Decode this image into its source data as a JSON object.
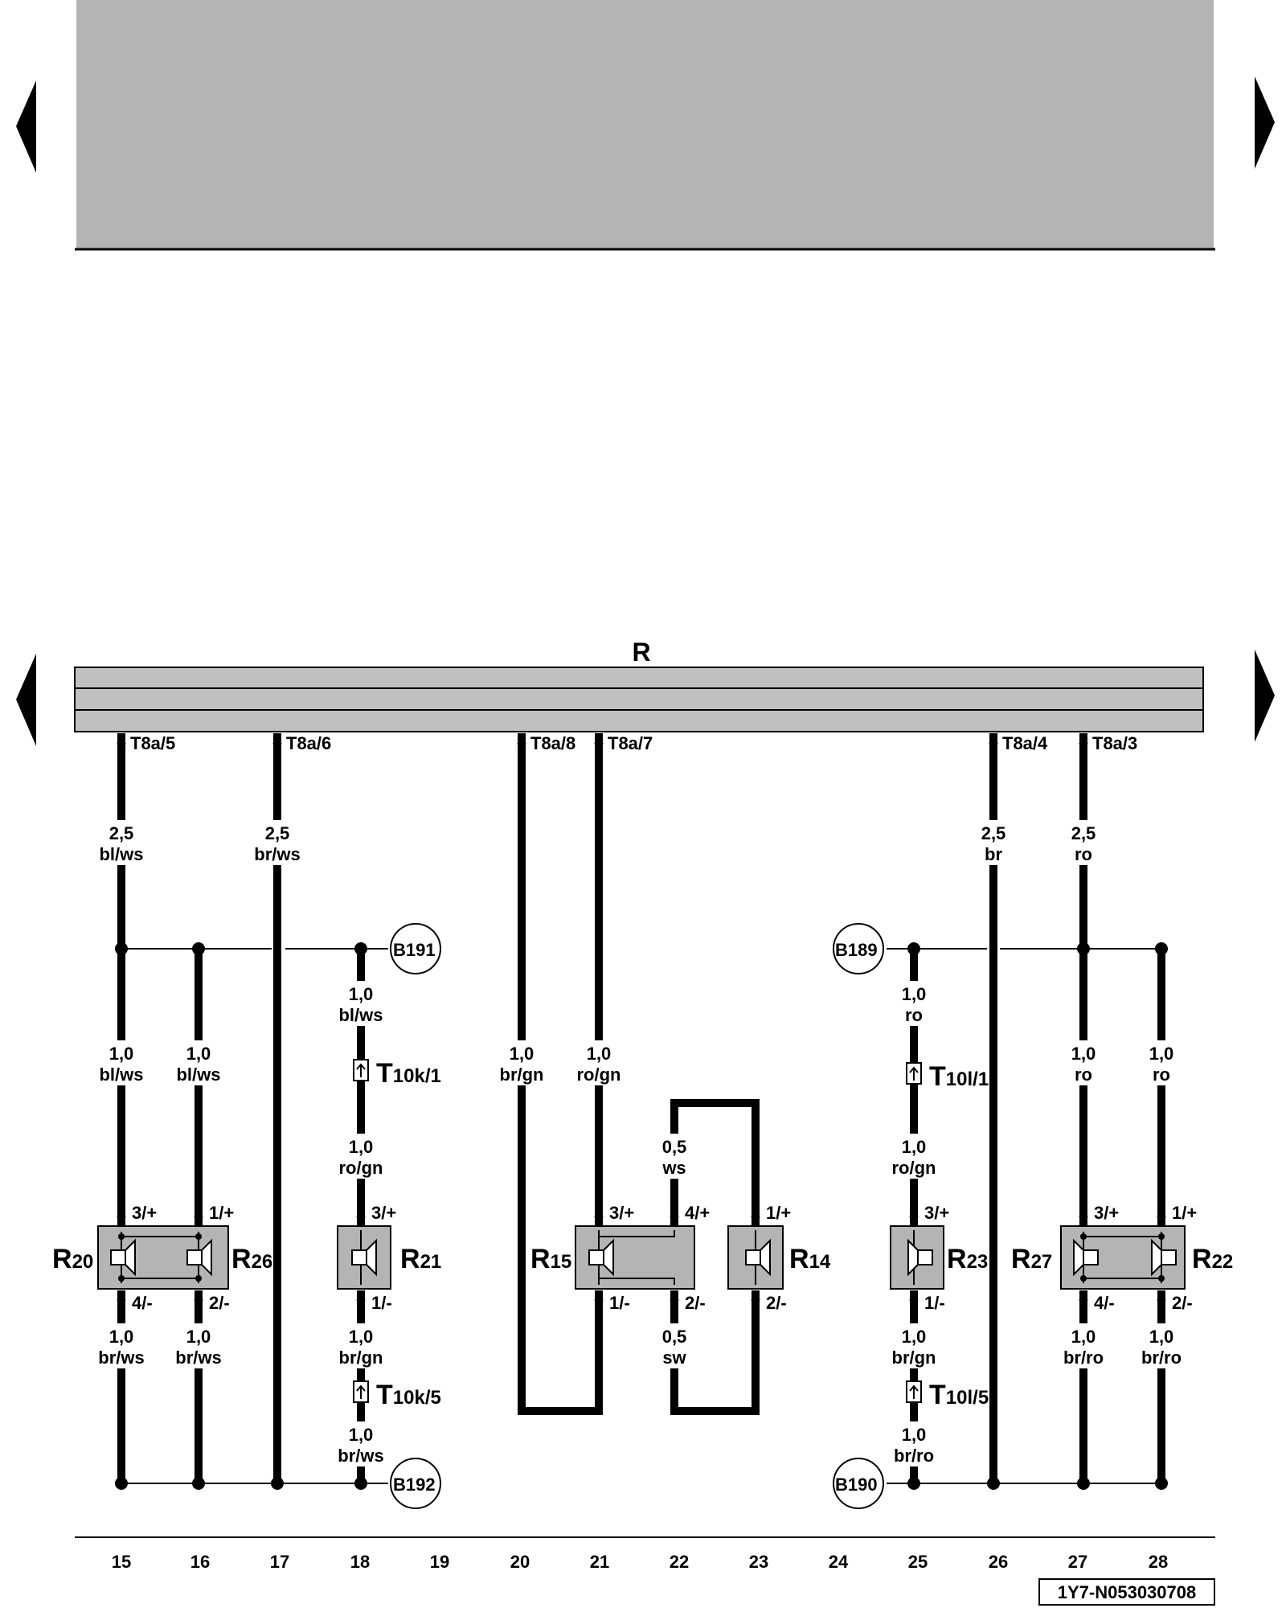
{
  "nav": {
    "prev_top": "previous-page",
    "next_top": "next-page",
    "prev_bottom": "previous-page",
    "next_bottom": "next-page"
  },
  "header_bar": {
    "color": "#b4b4b4"
  },
  "bus": {
    "label": "R"
  },
  "connectors": {
    "c15": "T8a/5",
    "c17": "T8a/6",
    "c20": "T8a/8",
    "c21": "T8a/7",
    "c26": "T8a/4",
    "c27": "T8a/3"
  },
  "wires": {
    "w15_top": [
      "2,5",
      "bl/ws"
    ],
    "w17_top": [
      "2,5",
      "br/ws"
    ],
    "w26_top": [
      "2,5",
      "br"
    ],
    "w27_top": [
      "2,5",
      "ro"
    ],
    "w18_a": [
      "1,0",
      "bl/ws"
    ],
    "w25_a": [
      "1,0",
      "ro"
    ],
    "w15_mid": [
      "1,0",
      "bl/ws"
    ],
    "w16_mid": [
      "1,0",
      "bl/ws"
    ],
    "w20_mid": [
      "1,0",
      "br/gn"
    ],
    "w21_mid": [
      "1,0",
      "ro/gn"
    ],
    "w27_mid": [
      "1,0",
      "ro"
    ],
    "w28_mid": [
      "1,0",
      "ro"
    ],
    "w18_b": [
      "1,0",
      "ro/gn"
    ],
    "w22_b": [
      "0,5",
      "ws"
    ],
    "w25_b": [
      "1,0",
      "ro/gn"
    ],
    "w15_low": [
      "1,0",
      "br/ws"
    ],
    "w16_low": [
      "1,0",
      "br/ws"
    ],
    "w18_low": [
      "1,0",
      "br/gn"
    ],
    "w22_low": [
      "0,5",
      "sw"
    ],
    "w25_low": [
      "1,0",
      "br/gn"
    ],
    "w27_low": [
      "1,0",
      "br/ro"
    ],
    "w28_low": [
      "1,0",
      "br/ro"
    ],
    "w18_bot": [
      "1,0",
      "br/ws"
    ],
    "w25_bot": [
      "1,0",
      "br/ro"
    ]
  },
  "grounds": {
    "b191": "B191",
    "b189": "B189",
    "b192": "B192",
    "b190": "B190"
  },
  "inline_connectors": {
    "t10k1": {
      "main": "T",
      "sub": "10k/1"
    },
    "t10l1": {
      "main": "T",
      "sub": "10l/1"
    },
    "t10k5": {
      "main": "T",
      "sub": "10k/5"
    },
    "t10l5": {
      "main": "T",
      "sub": "10l/5"
    }
  },
  "components": {
    "r20": {
      "main": "R",
      "sub": "20"
    },
    "r26": {
      "main": "R",
      "sub": "26"
    },
    "r21": {
      "main": "R",
      "sub": "21"
    },
    "r15": {
      "main": "R",
      "sub": "15"
    },
    "r14": {
      "main": "R",
      "sub": "14"
    },
    "r23": {
      "main": "R",
      "sub": "23"
    },
    "r27": {
      "main": "R",
      "sub": "27"
    },
    "r22": {
      "main": "R",
      "sub": "22"
    }
  },
  "pins": {
    "p15_top": "3/+",
    "p16_top": "1/+",
    "p18_top": "3/+",
    "p21_top": "3/+",
    "p22_top": "4/+",
    "p23_top": "1/+",
    "p25_top": "3/+",
    "p27_top": "3/+",
    "p28_top": "1/+",
    "p15_bot": "4/-",
    "p16_bot": "2/-",
    "p18_bot": "1/-",
    "p21_bot": "1/-",
    "p22_bot": "2/-",
    "p23_bot": "2/-",
    "p25_bot": "1/-",
    "p27_bot": "4/-",
    "p28_bot": "2/-"
  },
  "columns": [
    "15",
    "16",
    "17",
    "18",
    "19",
    "20",
    "21",
    "22",
    "23",
    "24",
    "25",
    "26",
    "27",
    "28"
  ],
  "doc_id": "1Y7-N053030708"
}
